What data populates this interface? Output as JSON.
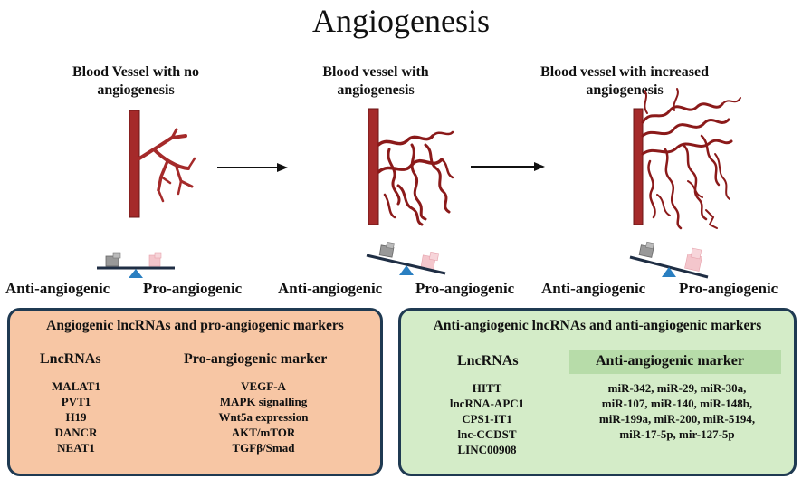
{
  "title": "Angiogenesis",
  "stages": [
    {
      "line1": "Blood Vessel with no",
      "line2": "angiogenesis"
    },
    {
      "line1": "Blood vessel with",
      "line2": "angiogenesis"
    },
    {
      "line1": "Blood vessel with increased",
      "line2": "angiogenesis"
    }
  ],
  "scale_labels": {
    "anti": "Anti-angiogenic",
    "pro": "Pro-angiogenic"
  },
  "colors": {
    "vessel": "#a52a2a",
    "orange_panel": "#f7c6a4",
    "green_panel": "#d4ecc8",
    "panel_border": "#1f3a52",
    "fulcrum": "#2a7fc1"
  },
  "panel_pro": {
    "title": "Angiogenic lncRNAs and pro-angiogenic markers",
    "col1_header": "LncRNAs",
    "col2_header": "Pro-angiogenic marker",
    "lncrnas": [
      "MALAT1",
      "PVT1",
      "H19",
      "DANCR",
      "NEAT1"
    ],
    "markers": [
      "VEGF-A",
      "MAPK signalling",
      "Wnt5a expression",
      "AKT/mTOR",
      "TGFβ/Smad"
    ]
  },
  "panel_anti": {
    "title": "Anti-angiogenic lncRNAs and anti-angiogenic markers",
    "col1_header": "LncRNAs",
    "col2_header": "Anti-angiogenic marker",
    "lncrnas": [
      "HITT",
      "lncRNA-APC1",
      "CPS1-IT1",
      "lnc-CCDST",
      "LINC00908"
    ],
    "markers": [
      "miR-342, miR-29, miR-30a,",
      "miR-107, miR-140, miR-148b,",
      "miR-199a, miR-200, miR-5194,",
      "miR-17-5p, mir-127-5p"
    ]
  }
}
